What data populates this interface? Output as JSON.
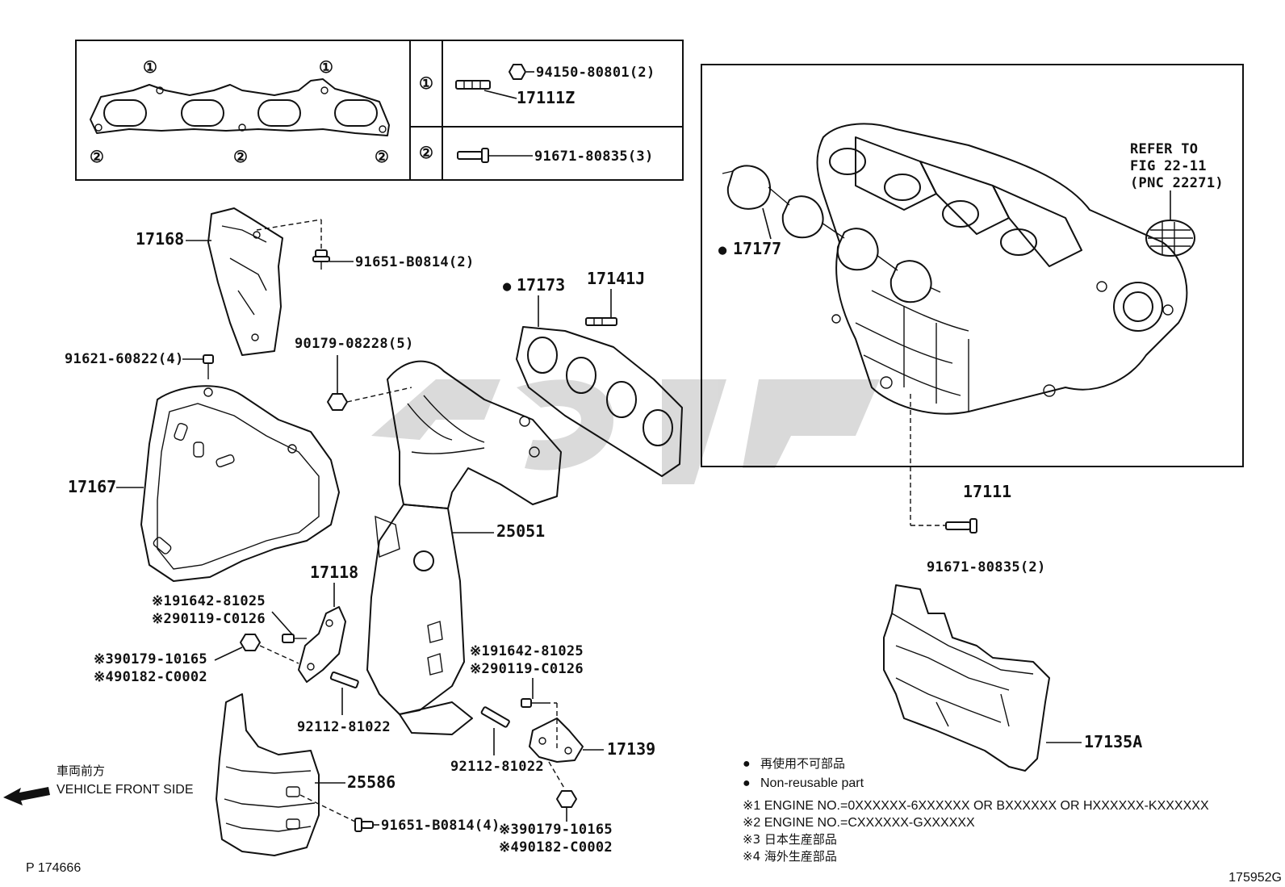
{
  "inset": {
    "row1_marker": "①",
    "row2_marker": "②",
    "row1_nut": "94150-80801(2)",
    "row1_stud": "17111Z",
    "row2_bolt": "91671-80835(3)",
    "gasket_markers": [
      "①",
      "①",
      "②",
      "②",
      "②"
    ]
  },
  "refer": {
    "line1": "REFER TO",
    "line2": "FIG 22-11",
    "line3": "(PNC 22271)"
  },
  "parts": {
    "p17168": "17168",
    "p91651_top": "91651-B0814(2)",
    "p17173": "17173",
    "p17141J": "17141J",
    "p17177": "17177",
    "p91621": "91621-60822(4)",
    "p90179_08228": "90179-08228(5)",
    "p17167": "17167",
    "p25051": "25051",
    "p17111": "17111",
    "p91671_lower": "91671-80835(2)",
    "p17118": "17118",
    "l_191642": "※191642-81025",
    "l_290119": "※290119-C0126",
    "l_390179": "※390179-10165",
    "l_490182": "※490182-C0002",
    "r_191642": "※191642-81025",
    "r_290119": "※290119-C0126",
    "p92112_left": "92112-81022",
    "p92112_right": "92112-81022",
    "p17139": "17139",
    "p25586": "25586",
    "p91651_bottom": "91651-B0814(4)",
    "b_390179": "※390179-10165",
    "b_490182": "※490182-C0002",
    "p17135A": "17135A"
  },
  "front": {
    "jp": "車両前方",
    "en": "VEHICLE FRONT SIDE"
  },
  "legend": {
    "bullet": "●",
    "line1": "再使用不可部品",
    "line2": "Non-reusable part",
    "note1": "※1 ENGINE NO.=0XXXXXX-6XXXXXX OR BXXXXXX OR HXXXXXX-KXXXXXX",
    "note2": "※2 ENGINE NO.=CXXXXXX-GXXXXXX",
    "note3": "※3 日本生産部品",
    "note4": "※4 海外生産部品"
  },
  "footer": {
    "left": "P 174666",
    "right": "175952G"
  }
}
